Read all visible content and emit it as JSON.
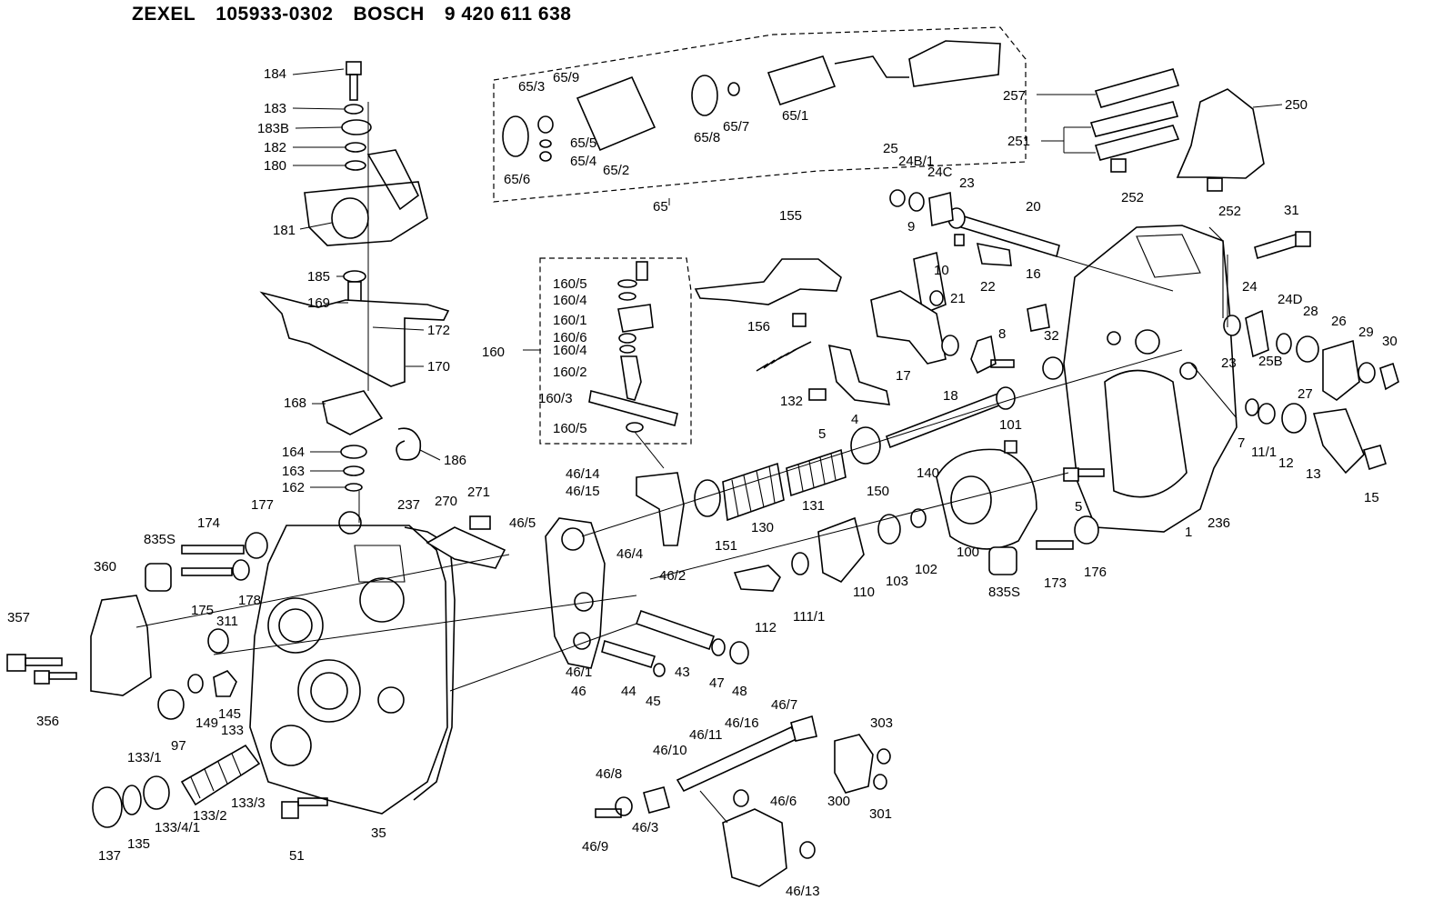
{
  "header": {
    "brand1": "ZEXEL",
    "code1": "105933-0302",
    "brand2": "BOSCH",
    "code2": "9 420 611 638"
  },
  "labels": [
    "184",
    "183",
    "183B",
    "182",
    "180",
    "181",
    "185",
    "169",
    "172",
    "170",
    "168",
    "164",
    "186",
    "163",
    "162",
    "177",
    "174",
    "835S",
    "360",
    "357",
    "356",
    "175",
    "178",
    "311",
    "237",
    "270",
    "271",
    "97",
    "149",
    "145",
    "133",
    "133/1",
    "133/2",
    "133/3",
    "133/4/1",
    "135",
    "137",
    "35",
    "51",
    "65/3",
    "65/9",
    "65/5",
    "65/4",
    "65/6",
    "65/2",
    "65/8",
    "65/7",
    "65/1",
    "65",
    "160/5",
    "160/4",
    "160/1",
    "160/6",
    "160/4",
    "160/2",
    "160/3",
    "160/5",
    "160",
    "155",
    "156",
    "132",
    "5",
    "4",
    "46/14",
    "46/15",
    "46/5",
    "46/4",
    "46/2",
    "46/1",
    "46",
    "44",
    "45",
    "43",
    "47",
    "48",
    "151",
    "130",
    "131",
    "150",
    "140",
    "112",
    "111/1",
    "110",
    "103",
    "102",
    "100",
    "101",
    "835S",
    "173",
    "176",
    "257",
    "250",
    "251",
    "252",
    "252",
    "25",
    "24B/1",
    "24C",
    "23",
    "20",
    "9",
    "10",
    "21",
    "22",
    "16",
    "32",
    "17",
    "18",
    "8",
    "31",
    "24",
    "24D",
    "28",
    "26",
    "29",
    "30",
    "23",
    "25B",
    "27",
    "7",
    "11/1",
    "12",
    "13",
    "15",
    "236",
    "1",
    "5",
    "46/7",
    "46/16",
    "46/11",
    "46/10",
    "46/8",
    "46/9",
    "46/3",
    "46/6",
    "46/13",
    "300",
    "301",
    "303"
  ]
}
